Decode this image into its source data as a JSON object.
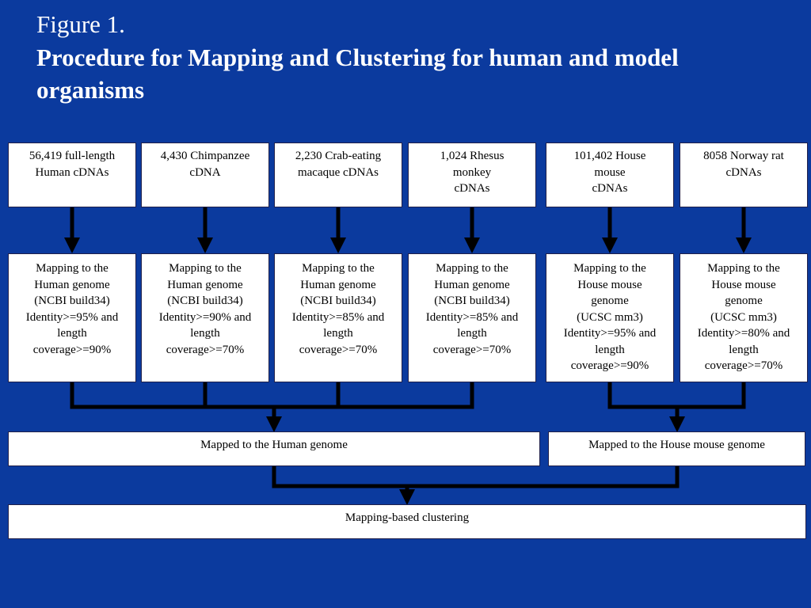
{
  "figure": {
    "label": "Figure 1.",
    "title": "Procedure for Mapping and Clustering for human and model organisms"
  },
  "sources": [
    "56,419 full-length\nHuman cDNAs",
    "4,430 Chimpanzee\ncDNA",
    "2,230 Crab-eating\nmacaque cDNAs",
    "1,024 Rhesus\nmonkey\ncDNAs",
    "101,402 House\nmouse\ncDNAs",
    "8058 Norway rat\ncDNAs"
  ],
  "mappings": [
    "Mapping to the\nHuman genome\n(NCBI build34)\nIdentity>=95% and\nlength\ncoverage>=90%",
    "Mapping to the\nHuman genome\n(NCBI build34)\nIdentity>=90% and\nlength\ncoverage>=70%",
    "Mapping to the\nHuman genome\n(NCBI build34)\nIdentity>=85% and\nlength\ncoverage>=70%",
    "Mapping to the\nHuman genome\n(NCBI build34)\nIdentity>=85% and\nlength\ncoverage>=70%",
    "Mapping to the\nHouse mouse\ngenome\n(UCSC mm3)\nIdentity>=95% and\nlength\ncoverage>=90%",
    "Mapping to the\nHouse mouse\ngenome\n(UCSC mm3)\nIdentity>=80% and\nlength\ncoverage>=70%"
  ],
  "mapped": {
    "human": "Mapped to the Human genome",
    "mouse": "Mapped to the House mouse genome"
  },
  "clustering": "Mapping-based clustering",
  "colors": {
    "background": "#0b3a9e",
    "box": "#ffffff",
    "connector": "#000000"
  }
}
